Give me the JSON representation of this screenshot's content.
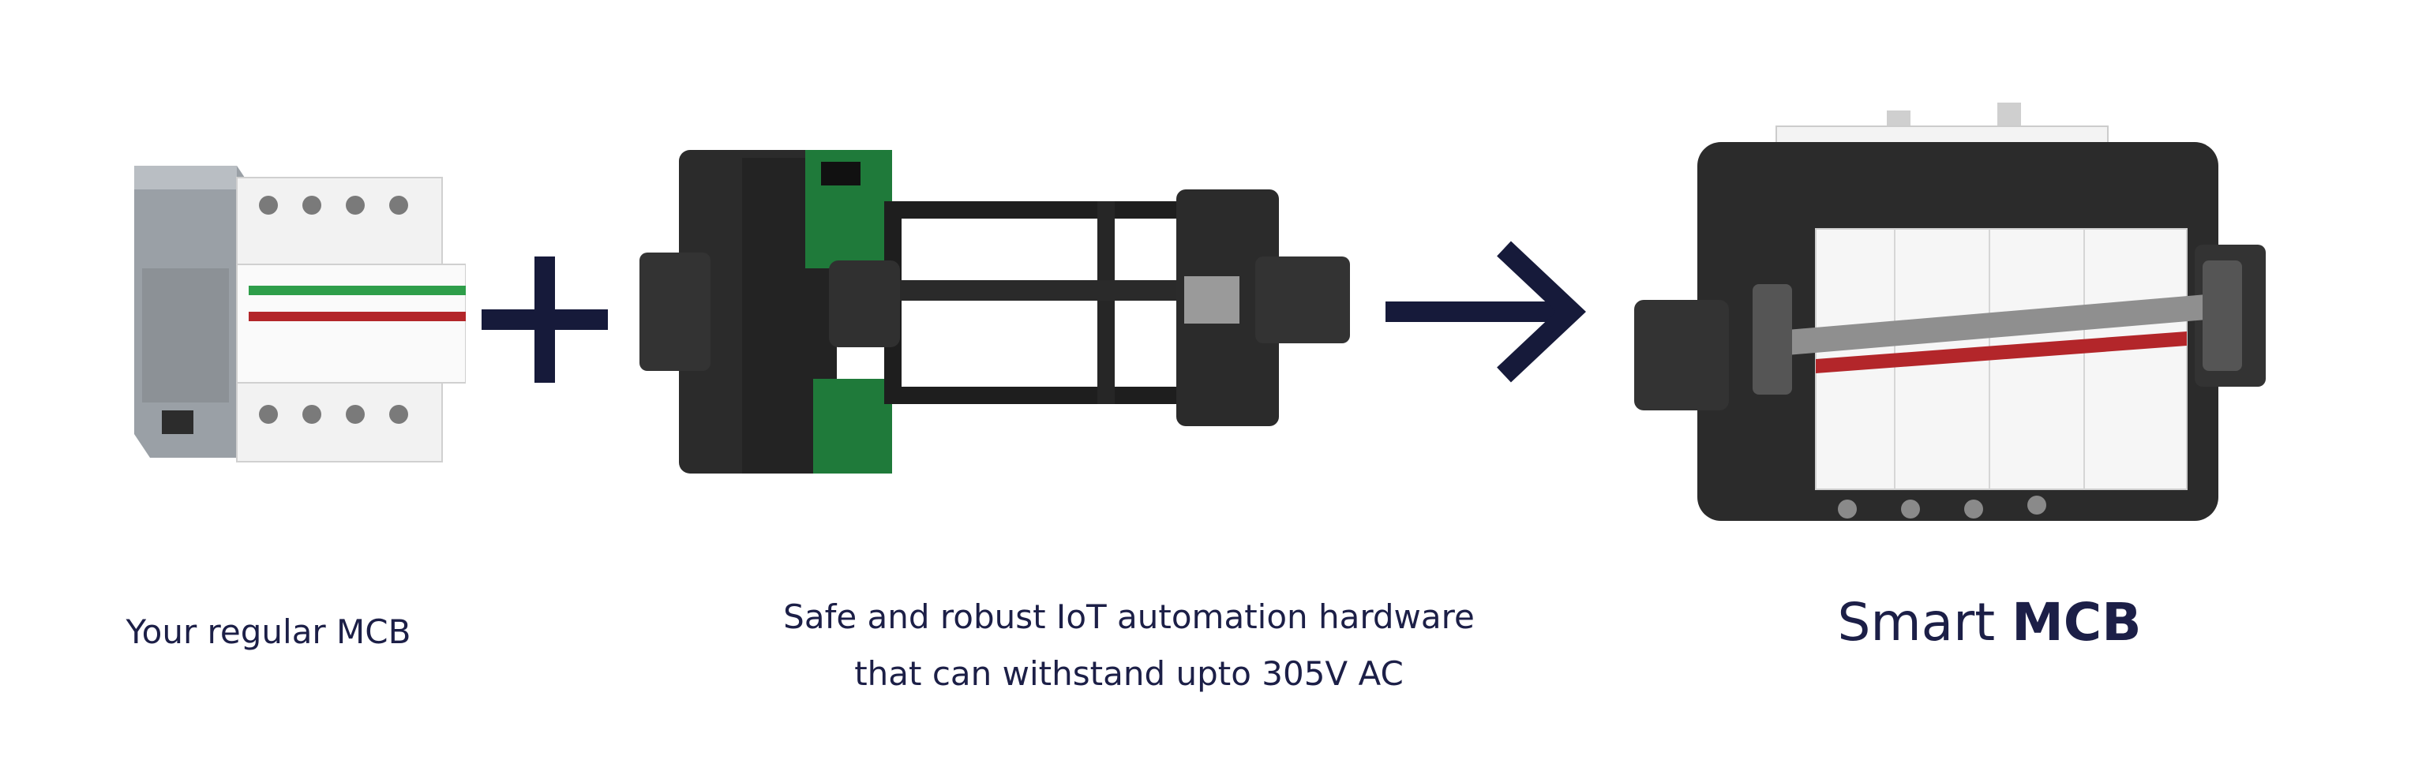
{
  "captions": {
    "regular": "Your regular MCB",
    "hardware_line1": "Safe and robust IoT automation hardware",
    "hardware_line2": "that can withstand upto 305V AC",
    "smart_prefix": "Smart",
    "smart_bold": "MCB"
  },
  "icons": {
    "plus": "plus-icon",
    "arrow": "arrow-right-icon"
  },
  "colors": {
    "text": "#1c1f47",
    "operator": "#161a3a",
    "housing": "#2b2b2b",
    "pcb": "#1f7a3a",
    "stripe_green": "#2e9e4a",
    "stripe_red": "#b3262a"
  }
}
